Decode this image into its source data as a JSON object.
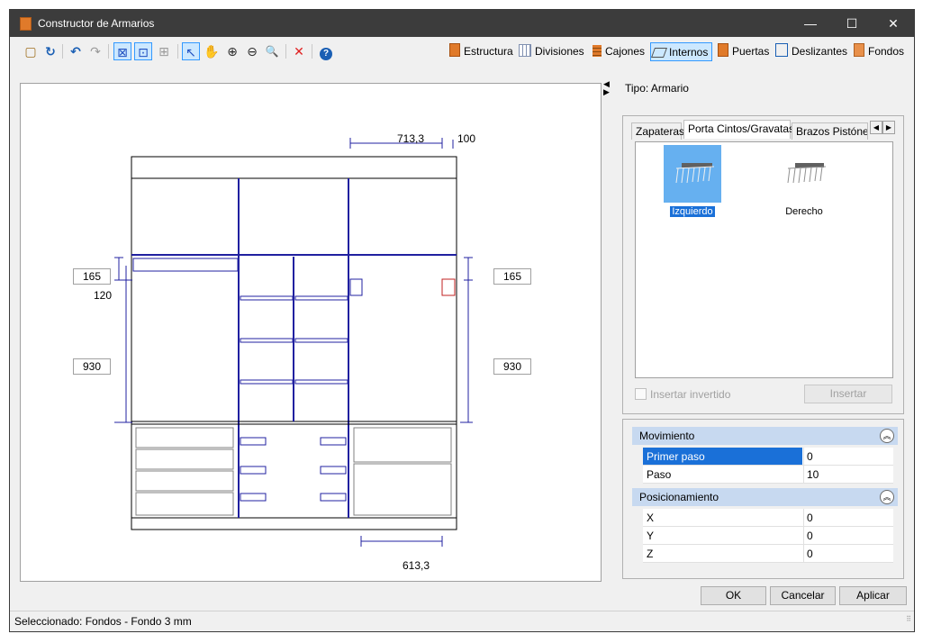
{
  "window": {
    "title": "Constructor de Armarios",
    "minimize": "—",
    "maximize": "☐",
    "close": "✕"
  },
  "toolbar": {
    "icons": [
      {
        "name": "new-icon",
        "glyph": "▢",
        "active": false
      },
      {
        "name": "refresh-icon",
        "glyph": "↻",
        "active": false
      },
      {
        "name": "undo-icon",
        "glyph": "↶",
        "active": false
      },
      {
        "name": "redo-icon",
        "glyph": "↷",
        "active": false
      },
      {
        "name": "view-mode-1-icon",
        "glyph": "⊠",
        "active": true
      },
      {
        "name": "view-mode-2-icon",
        "glyph": "⊡",
        "active": true
      },
      {
        "name": "grid-icon",
        "glyph": "⊞",
        "active": false
      },
      {
        "name": "select-pointer-icon",
        "glyph": "↖",
        "active": true
      },
      {
        "name": "pan-hand-icon",
        "glyph": "✋",
        "active": false
      },
      {
        "name": "zoom-in-icon",
        "glyph": "⊕",
        "active": false
      },
      {
        "name": "zoom-out-icon",
        "glyph": "⊖",
        "active": false
      },
      {
        "name": "zoom-fit-icon",
        "glyph": "🔍",
        "active": false
      },
      {
        "name": "delete-icon",
        "glyph": "✕",
        "active": false
      },
      {
        "name": "help-icon",
        "glyph": "?",
        "active": false
      }
    ],
    "right_buttons": [
      {
        "name": "estructura",
        "label": "Estructura",
        "active": false
      },
      {
        "name": "divisiones",
        "label": "Divisiones",
        "active": false
      },
      {
        "name": "cajones",
        "label": "Cajones",
        "active": false
      },
      {
        "name": "internos",
        "label": "Internos",
        "active": true
      },
      {
        "name": "puertas",
        "label": "Puertas",
        "active": false
      },
      {
        "name": "deslizantes",
        "label": "Deslizantes",
        "active": false
      },
      {
        "name": "fondos",
        "label": "Fondos",
        "active": false
      }
    ]
  },
  "drawing": {
    "dim_top": "713,3",
    "dim_top_right": "100",
    "dim_bottom": "613,3",
    "dim_left_top": "165",
    "dim_left_mid": "120",
    "dim_left_bottom": "930",
    "dim_right_top": "165",
    "dim_right_bottom": "930"
  },
  "panel": {
    "tipo": "Tipo: Armario",
    "tabs": [
      "Zapateras",
      "Porta Cintos/Gravatas",
      "Brazos Pistónes"
    ],
    "active_tab": 1,
    "items": [
      {
        "label": "Izquierdo",
        "selected": true
      },
      {
        "label": "Derecho",
        "selected": false
      }
    ],
    "insert_inverted": "Insertar invertido",
    "insert_button": "Insertar"
  },
  "properties": {
    "groups": [
      {
        "title": "Movimiento",
        "rows": [
          {
            "name": "Primer paso",
            "value": "0",
            "selected": true
          },
          {
            "name": "Paso",
            "value": "10",
            "selected": false
          }
        ]
      },
      {
        "title": "Posicionamiento",
        "rows": [
          {
            "name": "X",
            "value": "0",
            "selected": false
          },
          {
            "name": "Y",
            "value": "0",
            "selected": false
          },
          {
            "name": "Z",
            "value": "0",
            "selected": false
          }
        ]
      }
    ]
  },
  "buttons": {
    "ok": "OK",
    "cancel": "Cancelar",
    "apply": "Aplicar"
  },
  "status": "Seleccionado: Fondos - Fondo 3 mm"
}
